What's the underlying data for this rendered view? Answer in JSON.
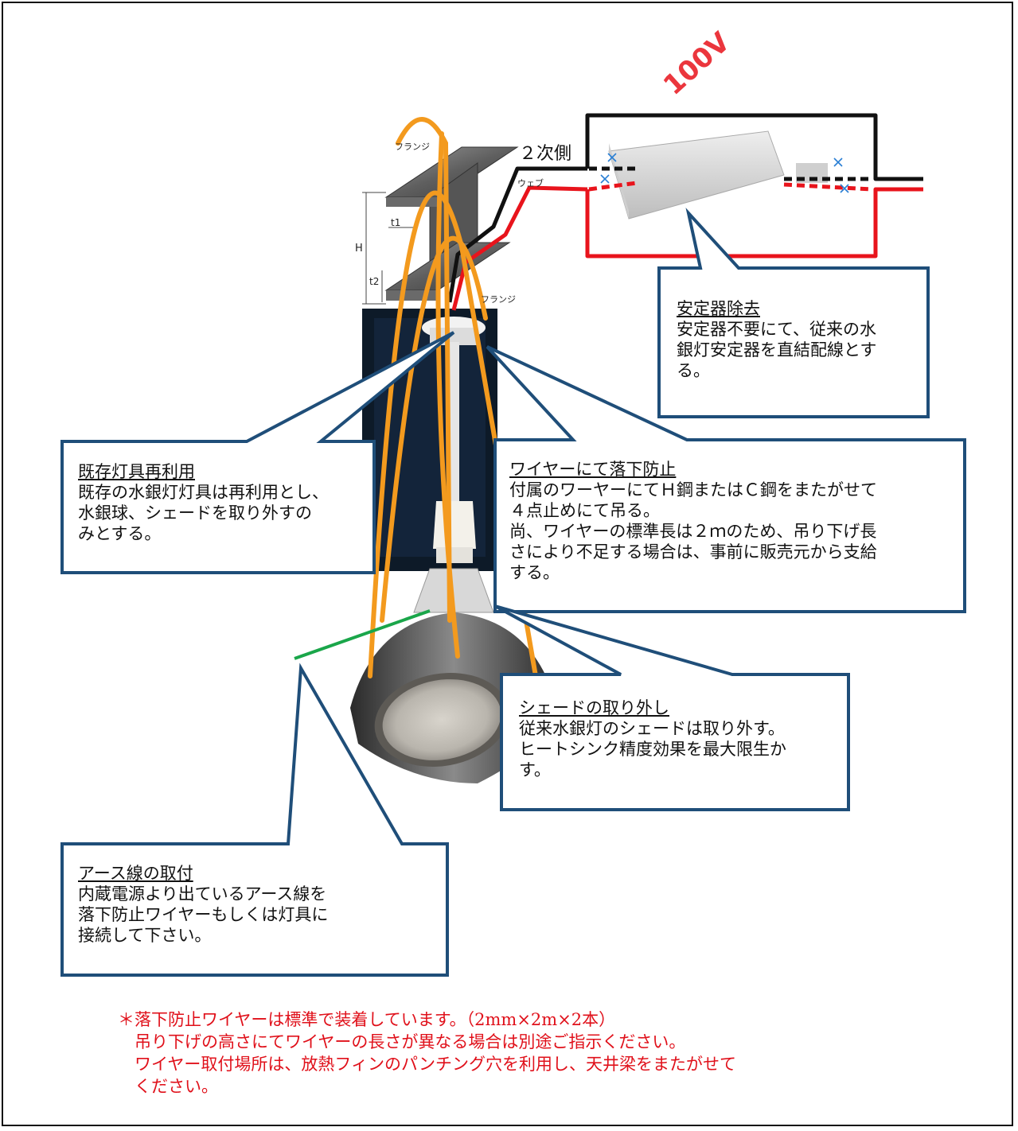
{
  "labels": {
    "secondary_side": "２次側",
    "voltage": "100V",
    "flange_top": "フランジ",
    "flange_bottom": "フランジ",
    "web": "ウェブ",
    "dim_h": "H",
    "dim_t1": "t1",
    "dim_t2": "t2"
  },
  "callouts": {
    "ballast": {
      "title": "安定器除去",
      "body": [
        "安定器不要にて、従来の水",
        "銀灯安定器を直結配線とす",
        "る。"
      ]
    },
    "reuse": {
      "title": "既存灯具再利用",
      "body": [
        "既存の水銀灯灯具は再利用とし、",
        "水銀球、シェードを取り外すの",
        "みとする。"
      ]
    },
    "wire": {
      "title": "ワイヤーにて落下防止",
      "body": [
        "付属のワーヤーにてＨ鋼またはＣ鋼をまたがせて",
        "４点止めにて吊る。",
        "尚、ワイヤーの標準長は２ｍのため、吊り下げ長",
        "さにより不足する場合は、事前に販売元から支給",
        "する。"
      ]
    },
    "shade": {
      "title": "シェードの取り外し",
      "body": [
        "従来水銀灯のシェードは取り外す。",
        "ヒートシンク精度効果を最大限生か",
        "す。"
      ]
    },
    "earth": {
      "title": "アース線の取付",
      "body": [
        "内蔵電源より出ているアース線を",
        "落下防止ワイヤーもしくは灯具に",
        "接続して下さい。"
      ]
    }
  },
  "note": [
    "＊落下防止ワイヤーは標準で装着しています。（2mm×2m×2本）",
    "　吊り下げの高さにてワイヤーの長さが異なる場合は別途ご指示ください。",
    "　ワイヤー取付場所は、放熱フィンのパンチング穴を利用し、天井梁をまたがせて",
    "　ください。"
  ],
  "colors": {
    "callout_border": "#1f4e79",
    "wire_orange": "#f39a1e",
    "earth_green": "#1aa64a",
    "line_red": "#e8141c",
    "line_black": "#111111",
    "note_red": "#e0101a"
  }
}
